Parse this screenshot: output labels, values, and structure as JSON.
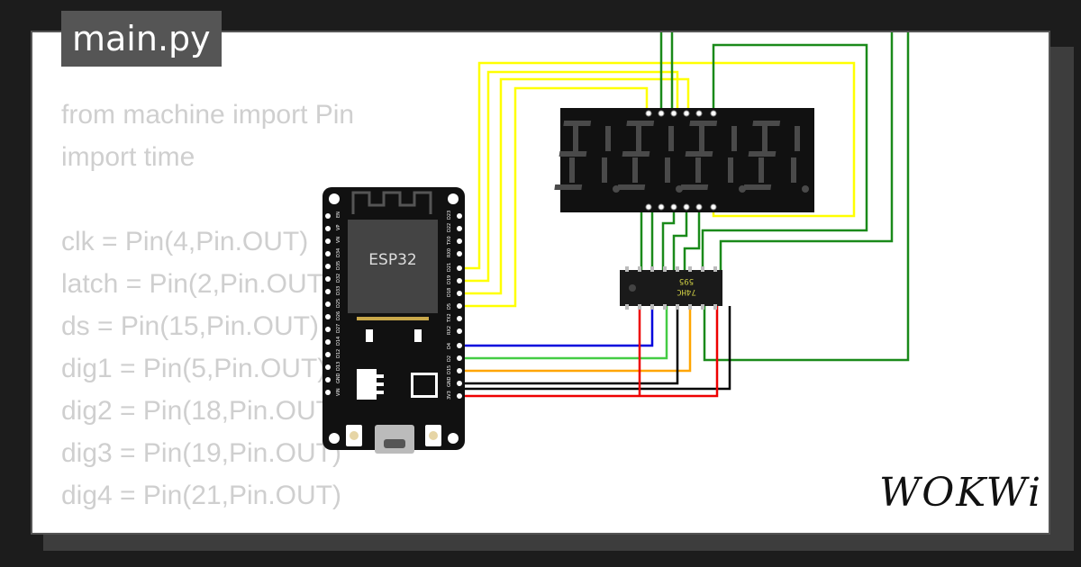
{
  "editor": {
    "filename": "main.py",
    "code_lines": [
      "from machine import Pin",
      "import time",
      "",
      "clk = Pin(4,Pin.OUT)",
      "latch = Pin(2,Pin.OUT)",
      "ds = Pin(15,Pin.OUT)",
      "dig1 = Pin(5,Pin.OUT)",
      "dig2 = Pin(18,Pin.OUT)",
      "dig3 = Pin(19,Pin.OUT)",
      "dig4 = Pin(21,Pin.OUT)"
    ]
  },
  "board": {
    "chip_label": "ESP32",
    "left_pins": [
      "EN",
      "VP",
      "VN",
      "D34",
      "D35",
      "D32",
      "D33",
      "D25",
      "D26",
      "D27",
      "D14",
      "D12",
      "D13",
      "GND",
      "VIN"
    ],
    "right_pins": [
      "D23",
      "D22",
      "TX0",
      "RX0",
      "D21",
      "D19",
      "D18",
      "D5",
      "TX2",
      "RX2",
      "D4",
      "D2",
      "D15",
      "GND",
      "3V3"
    ]
  },
  "shift_register": {
    "label_top": "595",
    "label_bottom": "74HC"
  },
  "brand": {
    "logo": "WOKWi"
  },
  "colors": {
    "wire_yellow": "#ffff00",
    "wire_green": "#1a8a1a",
    "wire_lightgreen": "#44cc44",
    "wire_blue": "#0000dd",
    "wire_orange": "#ffa500",
    "wire_black": "#000000",
    "wire_red": "#ee0000",
    "segment_off": "#4a4a4a"
  }
}
